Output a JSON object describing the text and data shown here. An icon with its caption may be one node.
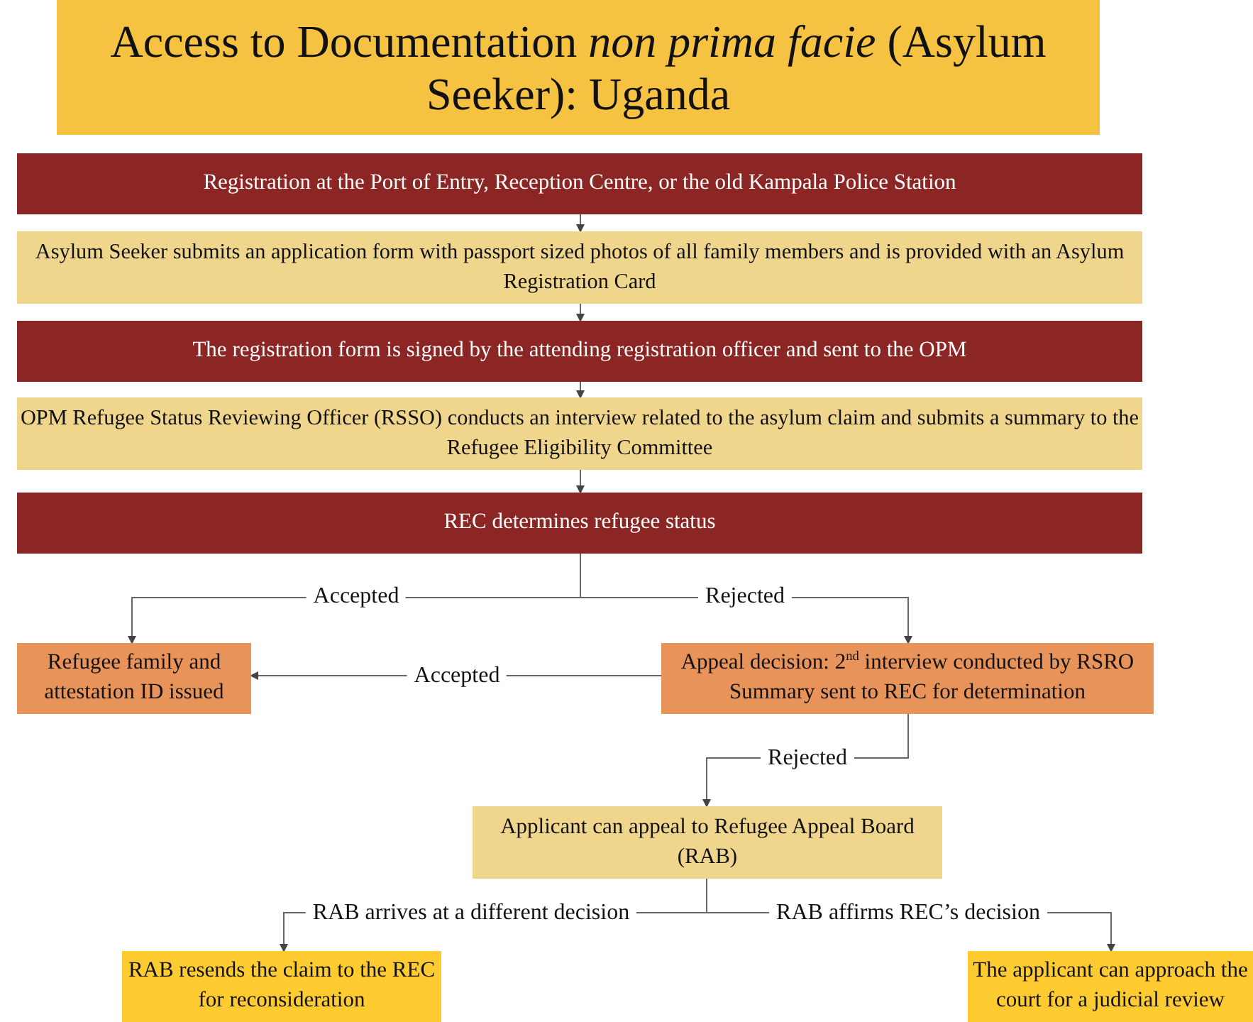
{
  "diagram": {
    "title": "Access to Documentation *non prima facie* (Asylum Seeker): Uganda",
    "nodes": [
      {
        "text": [
          "Registration at the Port of Entry, Reception Centre, or the old Kampala Police Station"
        ]
      },
      {
        "text": [
          "Asylum Seeker submits an application form with passport sized photos of all family members and is provided with an Asylum Registration Card"
        ]
      },
      {
        "text": [
          "The registration form is signed by the attending registration officer and sent to the OPM"
        ]
      },
      {
        "text": [
          "OPM Refugee Status Reviewing Officer (RSSO) conducts an interview related to the asylum claim and submits a summary to the Refugee Eligibility Committee"
        ]
      },
      {
        "text": [
          "REC determines refugee status"
        ]
      },
      {
        "text": [
          "Refugee family and attestation ID issued"
        ]
      },
      {
        "text": [
          "Appeal decision: 2$^{nd}$ interview conducted by RSRO",
          "Summary sent to REC for determination"
        ]
      },
      {
        "text": [
          "Applicant can appeal to Refugee Appeal Board (RAB)"
        ]
      },
      {
        "text": [
          "RAB resends the claim to the REC for reconsideration"
        ]
      },
      {
        "text": [
          "The applicant can approach the court for a judicial review"
        ]
      }
    ],
    "edges": [
      {
        "from": 0,
        "to": 1,
        "arrow": "to"
      },
      {
        "from": 1,
        "to": 2,
        "arrow": "to"
      },
      {
        "from": 2,
        "to": 3,
        "arrow": "to"
      },
      {
        "from": 3,
        "to": 4,
        "arrow": "to"
      },
      {
        "from": 4,
        "to": 5,
        "arrow": "to",
        "label": "Accepted"
      },
      {
        "from": 4,
        "to": 6,
        "arrow": "to",
        "label": "Rejected"
      },
      {
        "from": 6,
        "to": 5,
        "arrow": "to",
        "label": "Accepted"
      },
      {
        "from": 6,
        "to": 7,
        "arrow": "to",
        "label": "Rejected"
      },
      {
        "from": 7,
        "to": 8,
        "arrow": "to",
        "label": "RAB arrives at a different decision"
      },
      {
        "from": 7,
        "to": 9,
        "arrow": "to",
        "label": "RAB affirms REC’s decision"
      }
    ]
  }
}
